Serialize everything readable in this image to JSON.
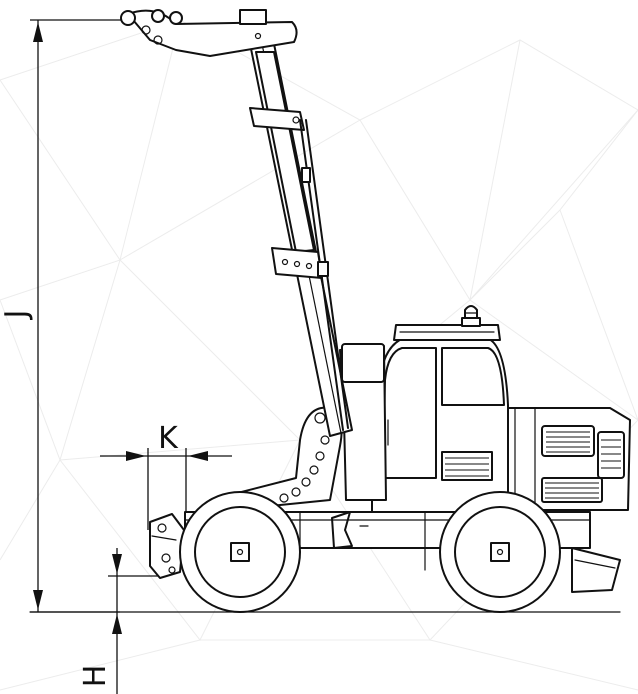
{
  "dimensions": {
    "J": "J",
    "K": "K",
    "H": "H"
  },
  "colors": {
    "line": "#111111",
    "background": "#ffffff",
    "mesh": "#ececec"
  }
}
